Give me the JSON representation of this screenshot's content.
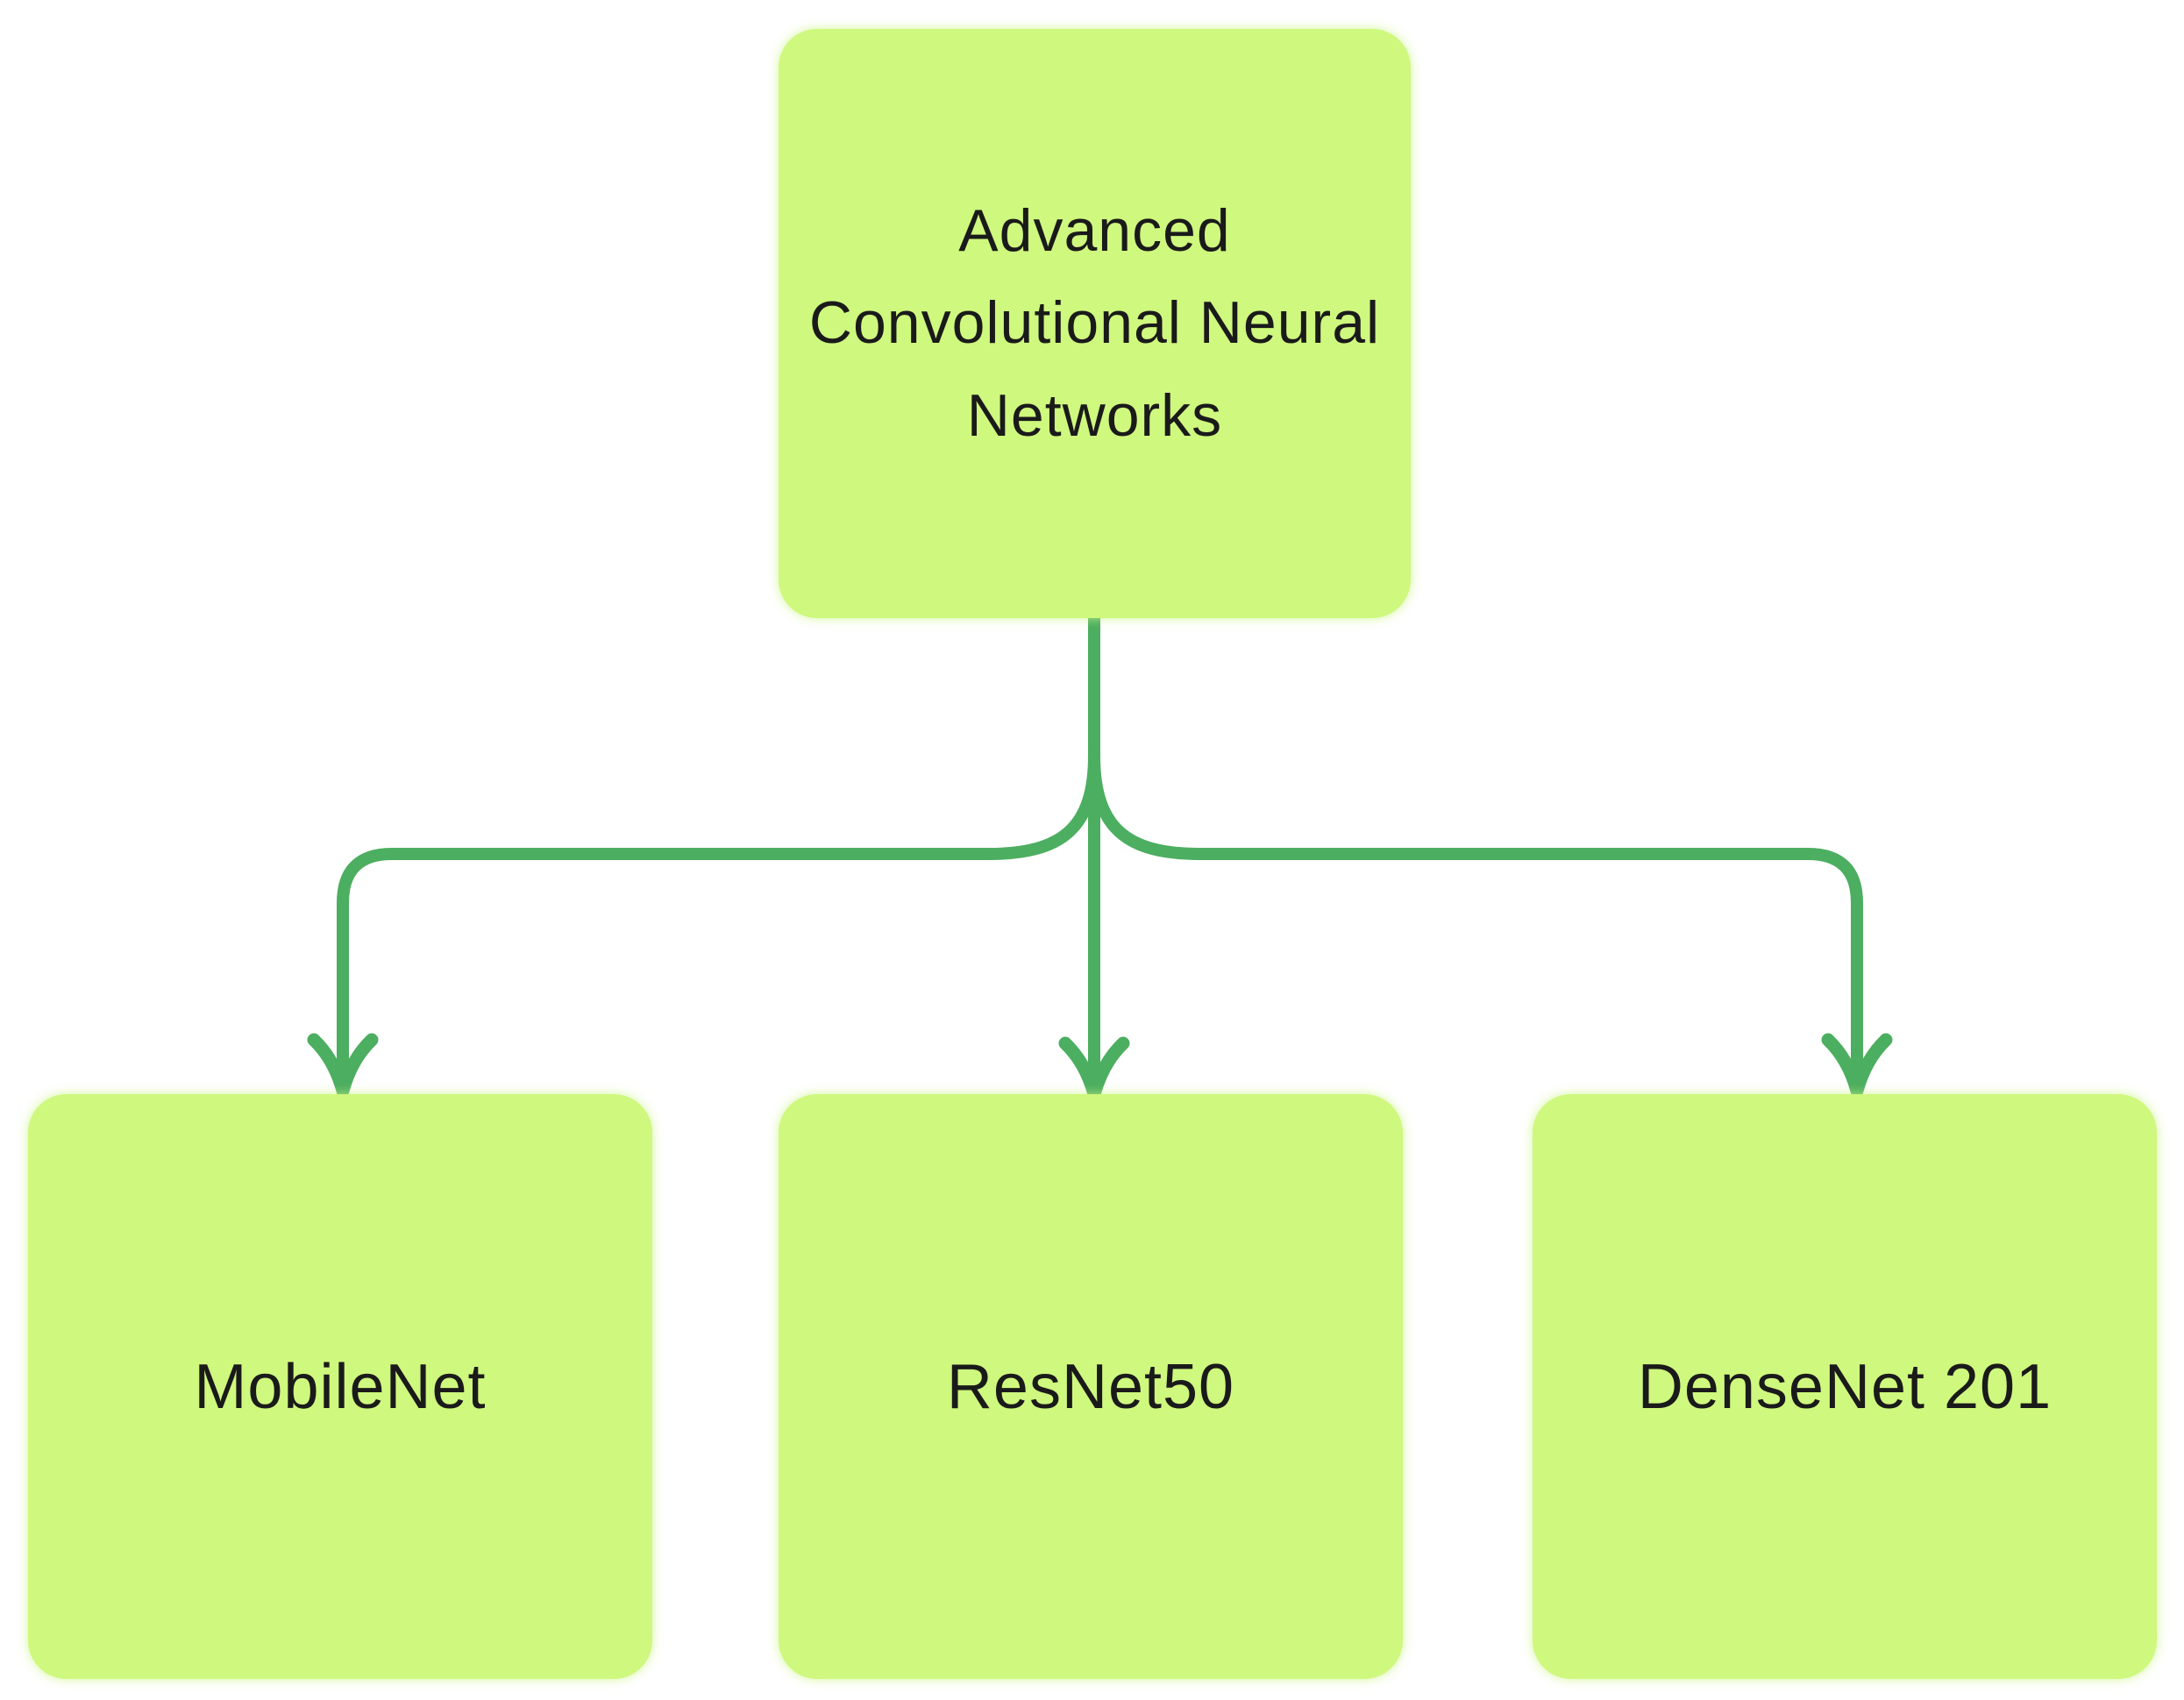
{
  "diagram": {
    "root": {
      "label": "Advanced\nConvolutional Neural\nNetworks"
    },
    "children": [
      {
        "label": "MobileNet"
      },
      {
        "label": "ResNet50"
      },
      {
        "label": "DenseNet 201"
      }
    ]
  },
  "colors": {
    "box-fill": "#cff87e",
    "arrow-green": "#4cae60",
    "text-color": "#1a1a1a",
    "canvas-bg": "#ffffff"
  }
}
